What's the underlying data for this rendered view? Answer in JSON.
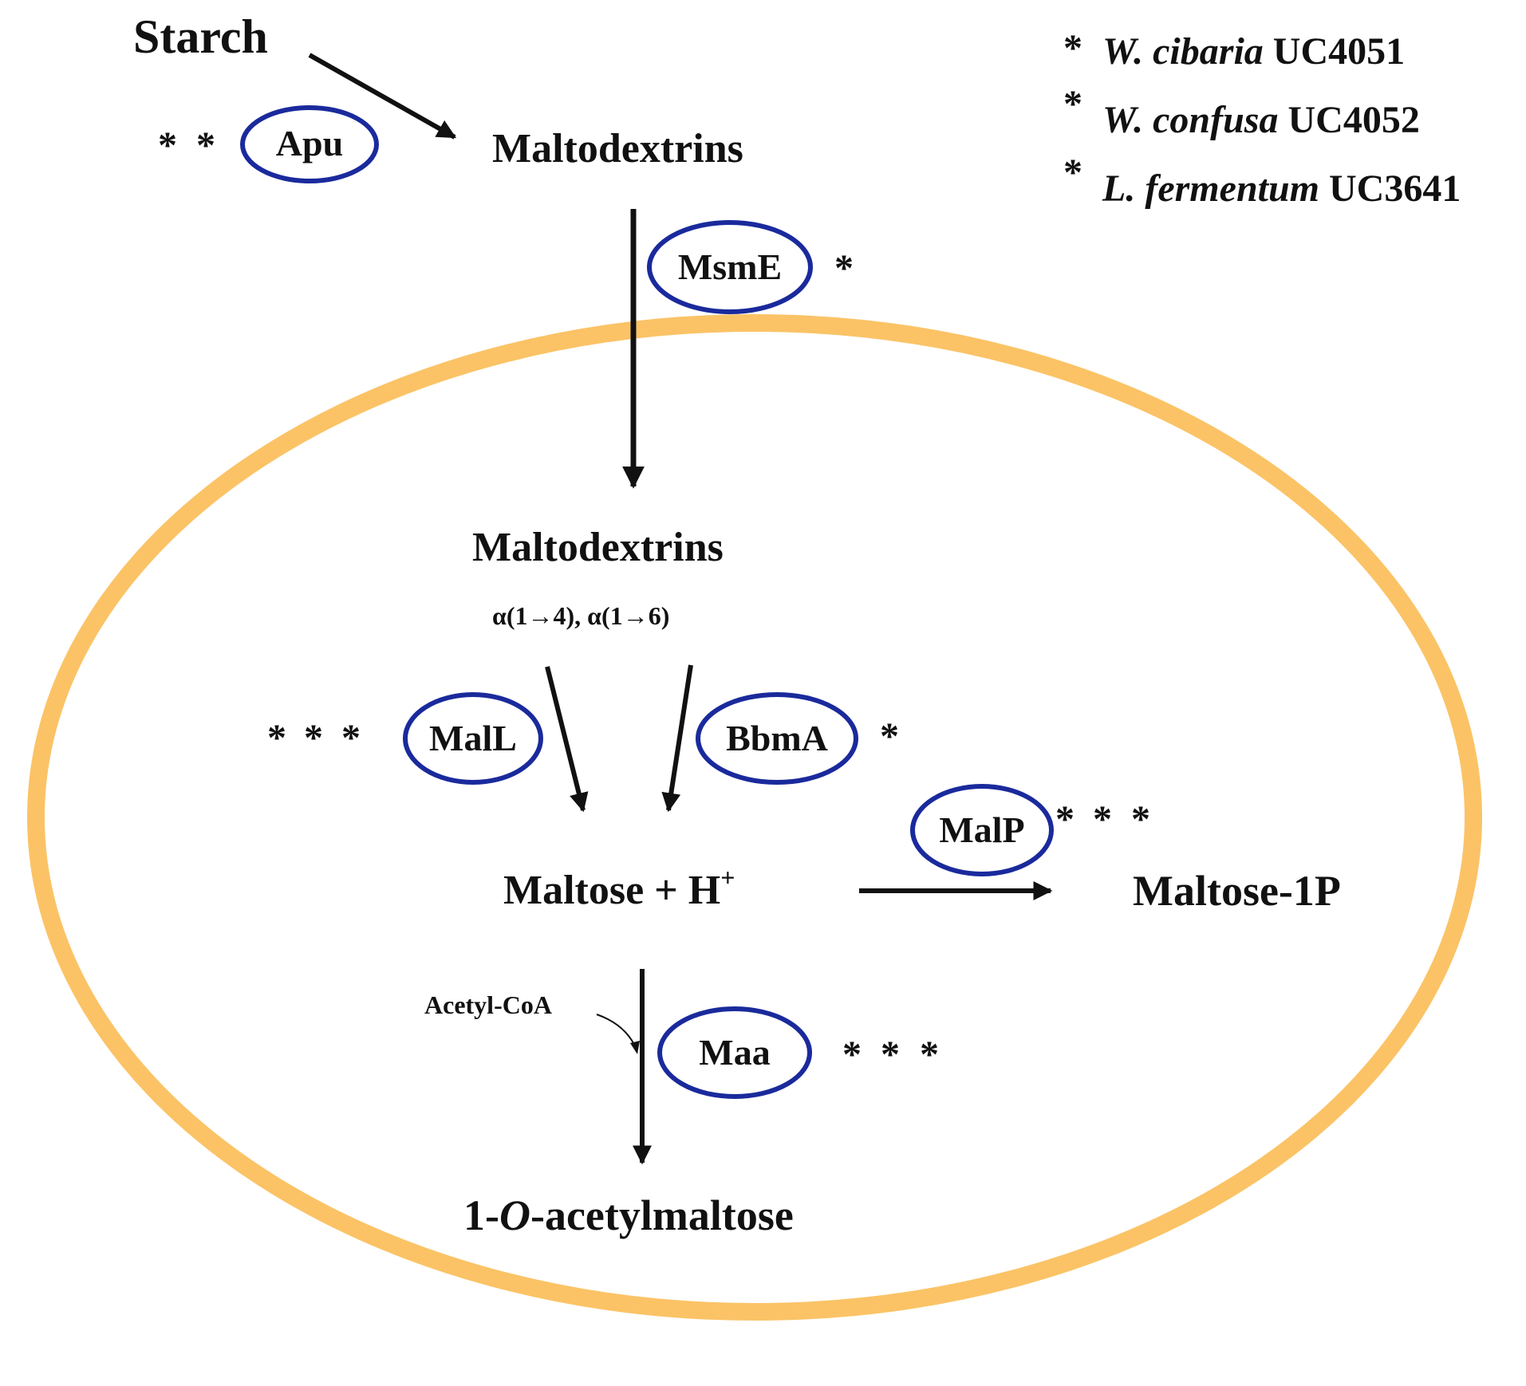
{
  "colors": {
    "background": "#ffffff",
    "membrane": "#fbc366",
    "enzyme_outline": "#1a2a9c",
    "arrow": "#111111",
    "text": "#111111",
    "w_cibaria": "#ff1f1f",
    "w_confusa": "#1d5e1d",
    "l_fermentum": "#22c4c4"
  },
  "legend": [
    {
      "color_key": "w_cibaria",
      "mark": "*",
      "genus": "W.",
      "species": "cibaria",
      "strain": "UC4051"
    },
    {
      "color_key": "w_confusa",
      "mark": "*",
      "genus": "W.",
      "species": "confusa",
      "strain": "UC4052"
    },
    {
      "color_key": "l_fermentum",
      "mark": "*",
      "genus": "L.",
      "species": "fermentum",
      "strain": "UC3641"
    }
  ],
  "metabolites": {
    "starch": "Starch",
    "maltodextrins_out": "Maltodextrins",
    "maltodextrins_in": "Maltodextrins",
    "bonds": "α(1→4), α(1→6)",
    "maltose": "Maltose + H",
    "maltose_sup": "+",
    "maltose_1p": "Maltose-1P",
    "acetylmaltose_prefix": "1-",
    "acetylmaltose_italic": "O",
    "acetylmaltose_suffix": "-acetylmaltose",
    "acetyl_coa": "Acetyl-CoA"
  },
  "enzymes": {
    "apu": {
      "label": "Apu",
      "strains": [
        "w_cibaria",
        "w_confusa"
      ]
    },
    "msme": {
      "label": "MsmE",
      "strains": [
        "l_fermentum"
      ]
    },
    "mall": {
      "label": "MalL",
      "strains": [
        "w_cibaria",
        "w_confusa",
        "l_fermentum"
      ]
    },
    "bbma": {
      "label": "BbmA",
      "strains": [
        "w_confusa"
      ]
    },
    "malp": {
      "label": "MalP",
      "strains": [
        "w_cibaria",
        "w_confusa",
        "l_fermentum"
      ]
    },
    "maa": {
      "label": "Maa",
      "strains": [
        "w_cibaria",
        "w_confusa",
        "l_fermentum"
      ]
    }
  }
}
